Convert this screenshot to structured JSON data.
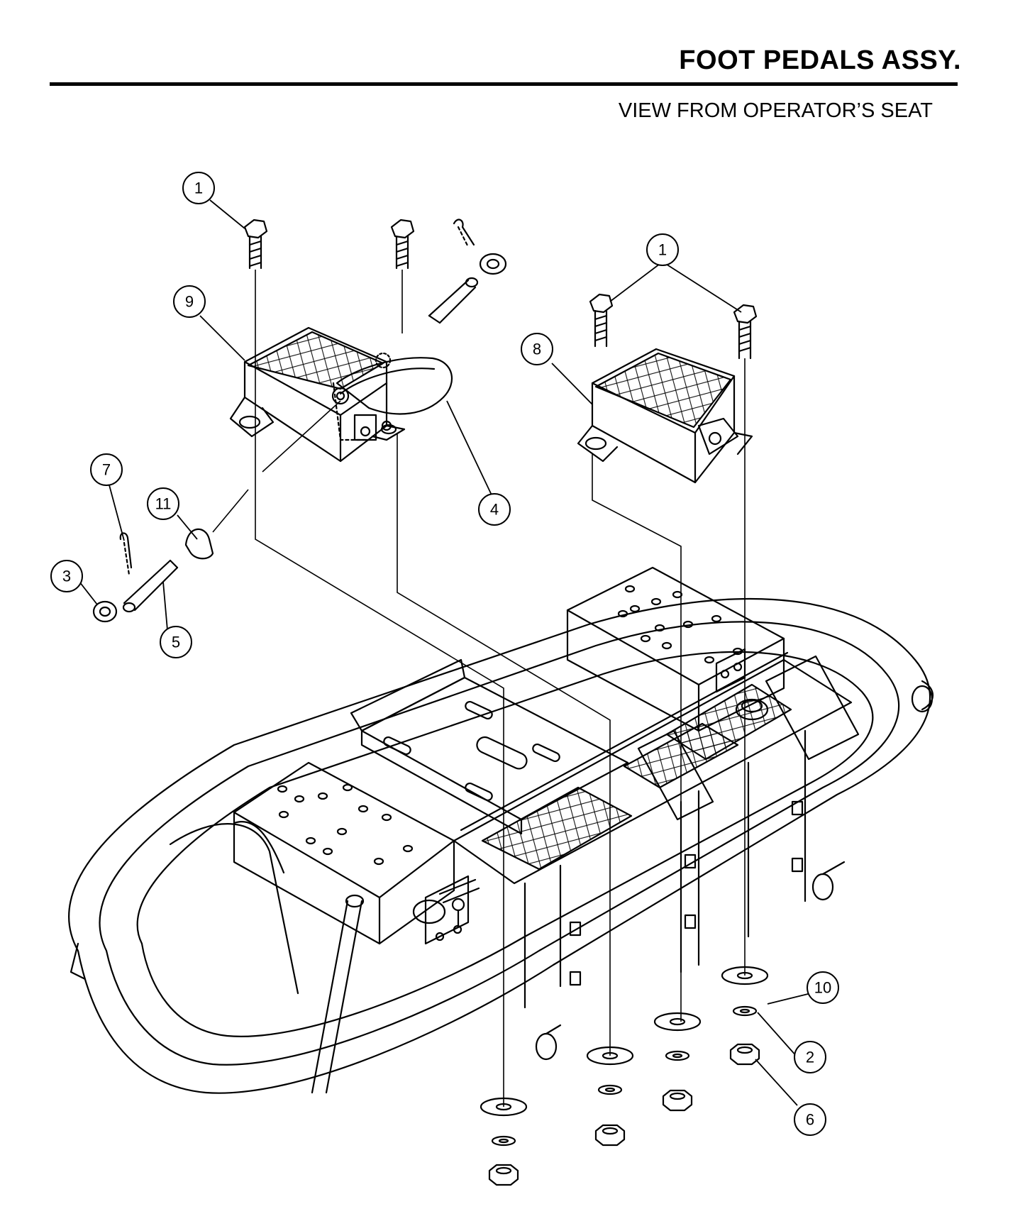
{
  "header": {
    "title": "FOOT PEDALS ASSY.",
    "subtitle": "VIEW FROM OPERATOR’S SEAT"
  },
  "callouts": [
    {
      "id": "c1a",
      "label": "1"
    },
    {
      "id": "c1b",
      "label": "1"
    },
    {
      "id": "c9",
      "label": "9"
    },
    {
      "id": "c8",
      "label": "8"
    },
    {
      "id": "c4",
      "label": "4"
    },
    {
      "id": "c7",
      "label": "7"
    },
    {
      "id": "c11",
      "label": "11"
    },
    {
      "id": "c3",
      "label": "3"
    },
    {
      "id": "c5",
      "label": "5"
    },
    {
      "id": "c10",
      "label": "10"
    },
    {
      "id": "c2",
      "label": "2"
    },
    {
      "id": "c6",
      "label": "6"
    }
  ]
}
